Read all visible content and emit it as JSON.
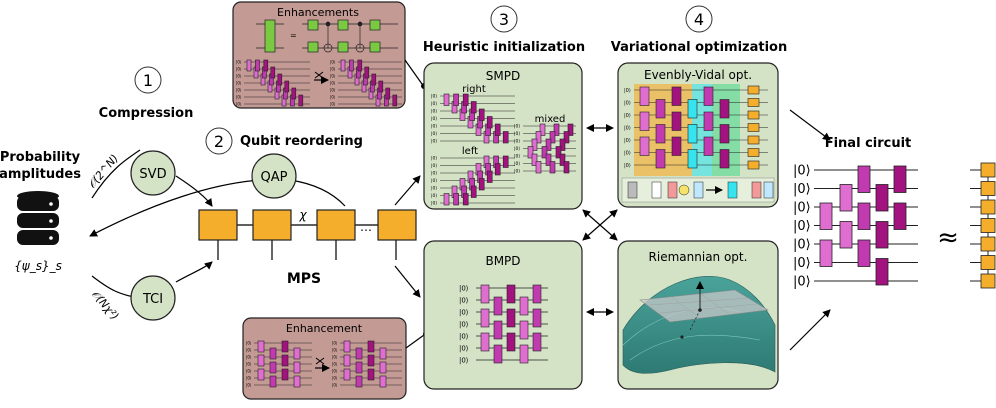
{
  "steps": {
    "compression": {
      "num": "1",
      "label": "Compression"
    },
    "qubit_reordering": {
      "num": "2",
      "label": "Qubit reordering"
    },
    "heuristic_init": {
      "num": "3",
      "label": "Heuristic initialization"
    },
    "variational_opt": {
      "num": "4",
      "label": "Variational optimization"
    }
  },
  "left": {
    "title_line1": "Probability",
    "title_line2": "amplitudes",
    "psi_label": "{ψ_s}_s"
  },
  "methods": {
    "svd": "SVD",
    "tci": "TCI",
    "qap": "QAP",
    "svd_cost": "𝒪(2^N)",
    "tci_cost": "𝒪(Nχ²)"
  },
  "mps": {
    "label": "MPS",
    "bond": "χ",
    "dots": "…"
  },
  "enhancements_top": {
    "title": "Enhancements"
  },
  "enhancement_bottom": {
    "title": "Enhancement"
  },
  "smpd": {
    "title": "SMPD",
    "right": "right",
    "left": "left",
    "mixed": "mixed"
  },
  "bmpd": {
    "title": "BMPD"
  },
  "ev": {
    "title": "Evenbly-Vidal opt."
  },
  "riem": {
    "title": "Riemannian opt."
  },
  "final": {
    "title": "Final circuit",
    "ket": "|0⟩",
    "approx": "≈"
  },
  "colors": {
    "green_box": "#d4e2c6",
    "red_box": "#c49a94",
    "mps_tensor": "#f5ae2c",
    "magenta": "#a3137f",
    "pink": "#e06ed0",
    "violet": "#c13ab0",
    "cyan": "#35e4ee",
    "lime": "#7bc843"
  }
}
